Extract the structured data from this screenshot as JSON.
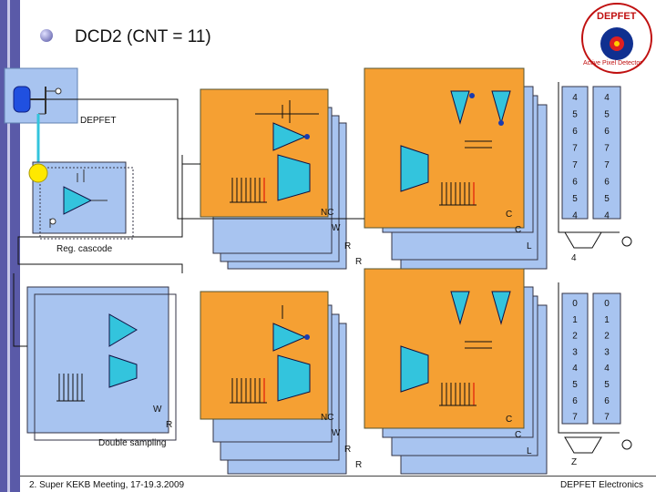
{
  "title": "DCD2 (CNT = 11)",
  "labels": {
    "depfet": "DEPFET",
    "reg_cascode": "Reg. cascode",
    "double_sampling": "Double sampling",
    "nc_top": "NC",
    "w_top": "W",
    "r_top1": "R",
    "r_top2": "R",
    "c_top1": "C",
    "c_top2": "C",
    "l_top": "L",
    "w_left": "W",
    "r_left": "R",
    "nc_bot": "NC",
    "w_bot": "W",
    "r_bot1": "R",
    "r_bot2": "R",
    "c_bot1": "C",
    "c_bot2": "C",
    "l_bot": "L",
    "out_top": "4",
    "out_bot": "Z"
  },
  "tables": {
    "top_left": [
      "4",
      "5",
      "6",
      "7",
      "7",
      "6",
      "5",
      "4"
    ],
    "top_right": [
      "4",
      "5",
      "6",
      "7",
      "7",
      "6",
      "5",
      "4"
    ],
    "bot_left": [
      "0",
      "1",
      "2",
      "3",
      "4",
      "5",
      "6",
      "7"
    ],
    "bot_right": [
      "0",
      "1",
      "2",
      "3",
      "4",
      "5",
      "6",
      "7"
    ]
  },
  "logo": {
    "text": "DEPFET",
    "subtext": "Active Pixel Detector"
  },
  "footer": {
    "left": "2. Super KEKB Meeting, 17-19.3.2009",
    "right": "DEPFET Electronics"
  },
  "colors": {
    "orange": "#f5a033",
    "blue": "#a8c4f0",
    "sidebar": "#5a5aa8",
    "cyan": "#33c4dd"
  }
}
